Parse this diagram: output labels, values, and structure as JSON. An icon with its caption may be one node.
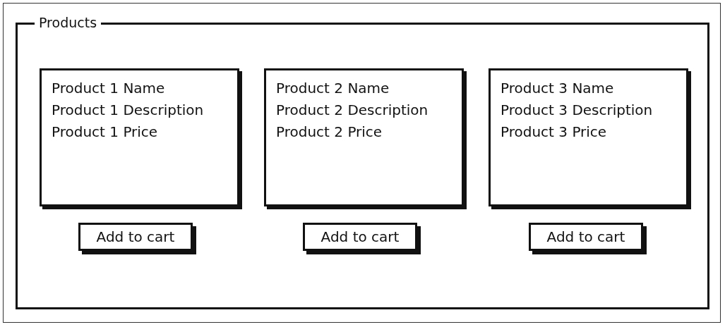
{
  "diagram": {
    "nodes": [
      {
        "text": [
          "Products"
        ]
      },
      {
        "text": [
          "Product 1 Name",
          "Product 1 Description",
          "Product 1 Price"
        ],
        "in": 0
      },
      {
        "text": [
          "Add to cart"
        ],
        "in": 0
      },
      {
        "text": [
          "Product 2 Name",
          "Product 2 Description",
          "Product 2 Price"
        ],
        "in": 0
      },
      {
        "text": [
          "Add to cart"
        ],
        "in": 0
      },
      {
        "text": [
          "Product 3 Name",
          "Product 3 Description",
          "Product 3 Price"
        ],
        "in": 0
      },
      {
        "text": [
          "Add to cart"
        ],
        "in": 0
      }
    ],
    "edges": []
  }
}
